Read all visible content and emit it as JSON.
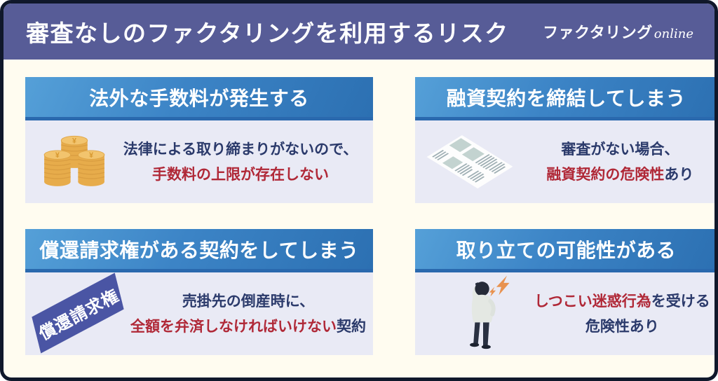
{
  "header": {
    "title": "審査なしのファクタリングを利用するリスク",
    "logo_main": "ファクタリング",
    "logo_suffix": "online"
  },
  "colors": {
    "frame_border": "#10182B",
    "band_bg": "#575C97",
    "page_bg": "#FFFCF0",
    "card_header_light": "#55A0D8",
    "card_header_dark": "#2C70B2",
    "card_header_edge": "#2A69AE",
    "card_body_bg": "#E9EAF5",
    "text_navy": "#2B3A6B",
    "text_red": "#B02837",
    "coin_gold": "#E7AC4B",
    "coin_gold_light": "#F2C46E",
    "stamp_blue": "#4A55A4",
    "bolt_orange": "#E89250"
  },
  "cards": [
    {
      "id": "exorbitant-fees",
      "title": "法外な手数料が発生する",
      "icon": "coin-stacks-icon",
      "line1": [
        {
          "text": "法律による取り締まりがないので、",
          "color": "navy"
        }
      ],
      "line2": [
        {
          "text": "手数料の上限が存在しない",
          "color": "red"
        }
      ]
    },
    {
      "id": "loan-contract",
      "title": "融資契約を締結してしまう",
      "icon": "document-icon",
      "line1": [
        {
          "text": "審査がない場合、",
          "color": "navy"
        }
      ],
      "line2": [
        {
          "text": "融資契約の危険性",
          "color": "red"
        },
        {
          "text": "あり",
          "color": "navy"
        }
      ]
    },
    {
      "id": "recourse-contract",
      "title": "償還請求権がある契約をしてしまう",
      "icon": "recourse-stamp",
      "stamp_label": "償還請求権",
      "line1": [
        {
          "text": "売掛先の倒産時に、",
          "color": "navy"
        }
      ],
      "line2": [
        {
          "text": "全額を弁済しなければいけない",
          "color": "red"
        },
        {
          "text": "契約",
          "color": "navy"
        }
      ]
    },
    {
      "id": "debt-collection",
      "title": "取り立ての可能性がある",
      "icon": "person-phone-icon",
      "line1": [
        {
          "text": "しつこい迷惑行為",
          "color": "red"
        },
        {
          "text": "を受ける",
          "color": "navy"
        }
      ],
      "line2": [
        {
          "text": "危険性あり",
          "color": "navy"
        }
      ]
    }
  ]
}
